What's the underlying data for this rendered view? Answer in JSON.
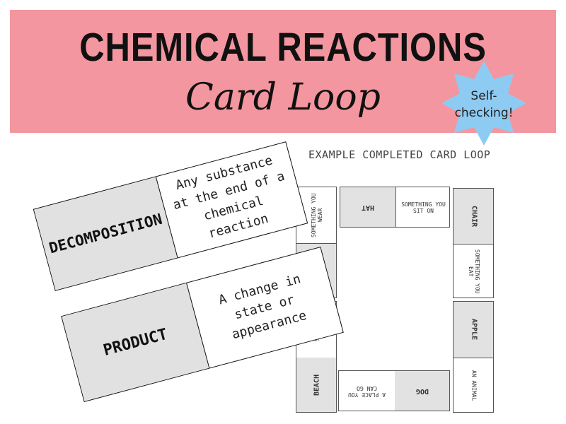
{
  "header": {
    "title": "CHEMICAL REACTIONS",
    "subtitle": "Card Loop",
    "banner_color": "#f4969f"
  },
  "badge": {
    "line1": "Self-",
    "line2": "checking!",
    "color": "#8ecbf2"
  },
  "example": {
    "label": "EXAMPLE COMPLETED CARD LOOP",
    "cards": [
      {
        "term": "HAT",
        "definition": "SOMETHING YOU SIT ON"
      },
      {
        "term": "CHAIR",
        "definition": "SOMETHING YOU EAT"
      },
      {
        "term": "APPLE",
        "definition": "AN ANIMAL"
      },
      {
        "term": "DOG",
        "definition": "A PLACE YOU CAN GO"
      },
      {
        "term": "BEACH",
        "definition": "SOME..."
      },
      {
        "left_definition": "SOMETHING YOU WEAR"
      }
    ]
  },
  "cards": [
    {
      "term": "DECOMPOSITION",
      "definition": "Any substance at the end of a chemical reaction"
    },
    {
      "term": "PRODUCT",
      "definition": "A change in state or appearance"
    }
  ]
}
